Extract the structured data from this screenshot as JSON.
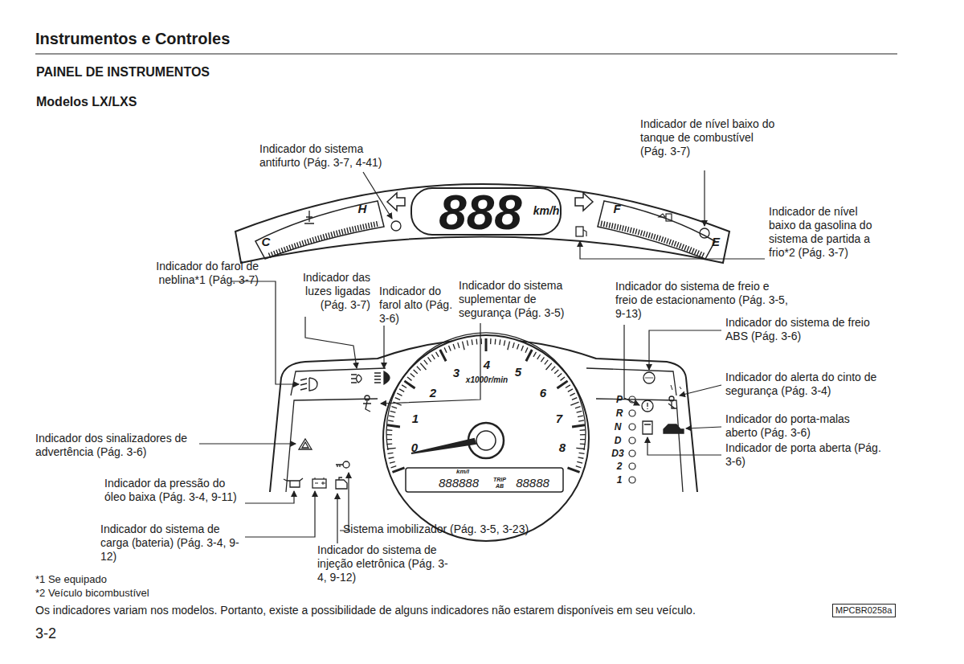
{
  "diagram": {
    "title": "Instrumentos e Controles",
    "nodes": [
      {
        "text": [
          "MPCBR0258a"
        ]
      }
    ],
    "edges": [],
    "labels": [
      "PAINEL DE INSTRUMENTOS",
      "Modelos LX/LXS",
      "Indicador do sistema antifurto (Pág. 3-7, 4-41)",
      "Indicador de nível baixo do tanque de combustível (Pág. 3-7)",
      "Indicador de nível baixo da gasolina do sistema de partida a frio*2 (Pág. 3-7)",
      "Indicador do farol de neblina*1 (Pág. 3-7)",
      "Indicador das luzes ligadas (Pág. 3-7)",
      "Indicador do farol alto (Pág. 3-6)",
      "Indicador do sistema suplementar de segurança (Pág. 3-5)",
      "Indicador do sistema de freio e freio de estacionamento (Pág. 3-5, 9-13)",
      "Indicador do sistema de freio ABS (Pág. 3-6)",
      "Indicador do alerta do cinto de segurança (Pág. 3-4)",
      "Indicador do porta-malas aberto (Pág. 3-6)",
      "Indicador de porta aberta (Pág. 3-6)",
      "Indicador dos sinalizadores de advertência (Pág. 3-6)",
      "Indicador da pressão do óleo baixa (Pág. 3-4, 9-11)",
      "Indicador do sistema de carga (bateria) (Pág. 3-4, 9-12)",
      "Sistema imobilizador (Pág. 3-5, 3-23)",
      "Indicador do sistema de injeção eletrônica (Pág. 3-4, 9-12)",
      "*1 Se equipado",
      "*2 Veículo bicombustível",
      "Os indicadores variam nos modelos. Portanto, existe a possibilidade de alguns indicadores não estarem disponíveis em seu veículo.",
      "3-2",
      "H",
      "C",
      "F",
      "E",
      "888",
      "km/h",
      "0",
      "1",
      "2",
      "3",
      "4",
      "5",
      "6",
      "7",
      "8",
      "x1000r/min",
      "P",
      "R",
      "N",
      "D",
      "D3",
      "2",
      "1",
      "km/l",
      "888888",
      "TRIP",
      "AB",
      "88888"
    ]
  }
}
